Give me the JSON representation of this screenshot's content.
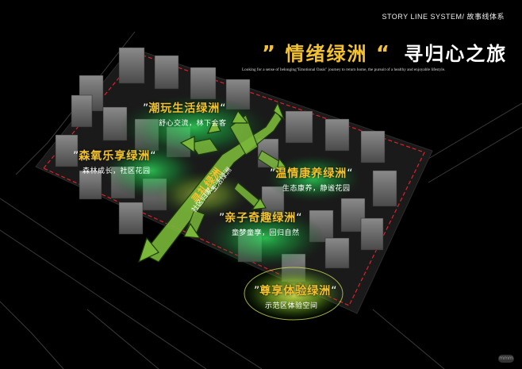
{
  "header": "STORY LINE SYSTEM/ 故事线体系",
  "title": {
    "open_quote": "”",
    "theme": "情绪绿洲",
    "close_quote": "“",
    "journey": "寻归心之旅"
  },
  "subtitle": "Looking for a sense of belonging\"Emotional Oasis\" journey to return home, the pursuit of a healthy and enjoyable lifestyle.",
  "oases": [
    {
      "name": "潮玩生活绿洲",
      "sub": "舒心交流，林下会客"
    },
    {
      "name": "森氧乐享绿洲",
      "sub": "森林成长，社区花园"
    },
    {
      "name": "温情康养绿洲",
      "sub": "生态康养，静谧花园"
    },
    {
      "name": "亲子奇趣绿洲",
      "sub": "童梦童享，回归自然"
    },
    {
      "name": "尊享体验绿洲",
      "sub": "示范区体验空间"
    }
  ],
  "open_quote": "”",
  "close_quote": "“",
  "core": {
    "name": "寻礼绿洲",
    "sub1": "社区归家，",
    "sub2": "生活绿洲"
  },
  "watermark": "mmm",
  "colors": {
    "accent": "#f2c230",
    "arrow": "#7bb83a",
    "glow": "#1aa640",
    "boundary": "#e0202a"
  }
}
